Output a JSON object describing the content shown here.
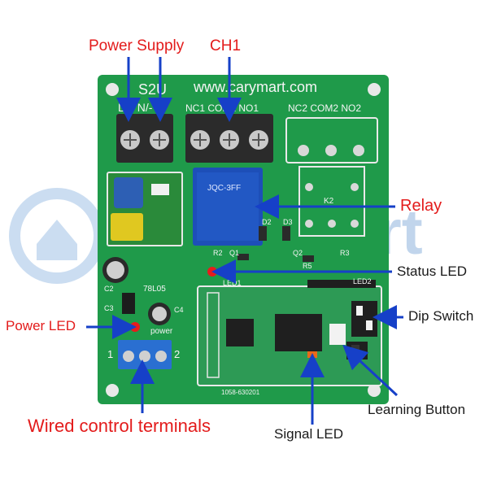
{
  "callouts": {
    "power_supply": "Power Supply",
    "ch1": "CH1",
    "relay": "Relay",
    "status_led": "Status LED",
    "dip_switch": "Dip Switch",
    "power_led": "Power LED",
    "learning_button": "Learning Button",
    "signal_led": "Signal LED",
    "wired_terminals": "Wired control terminals"
  },
  "board": {
    "model": "S2U",
    "website": "www.carymart.com",
    "power_terminal": "L/+ N/-",
    "ch1_terminals": "NC1 COM1 NO1",
    "ch2_terminals": "NC2 COM2 NO2",
    "relay_part": "JQC-3FF",
    "k2": "K2",
    "led1": "LED1",
    "led2": "LED2",
    "regulator": "78L05",
    "power_silk": "power",
    "pin1": "1",
    "pin2": "2",
    "serial": "1058-630201",
    "r2": "R2",
    "r3": "R3",
    "r5": "R5",
    "q1": "Q1",
    "q2": "Q2",
    "d2": "D2",
    "d3": "D3",
    "c2": "C2",
    "c3": "C3",
    "c4": "C4"
  },
  "watermark": {
    "text": "art"
  },
  "colors": {
    "pcb": "#1f9a4a",
    "callout": "#e31b1b",
    "arrow": "#1640c8",
    "terminal_blue": "#2a6fd1"
  }
}
